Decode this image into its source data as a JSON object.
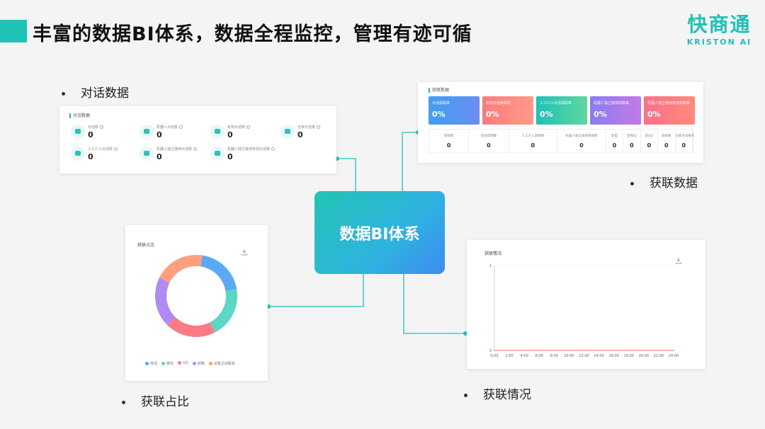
{
  "header": {
    "title": "丰富的数据BI体系，数据全程监控，管理有迹可循"
  },
  "logo": {
    "cn": "快商通",
    "en": "KRISTON AI"
  },
  "center": {
    "label": "数据BI体系"
  },
  "bullets": {
    "conversation": "对话数据",
    "acquisition": "获联数据",
    "ratio": "获联占比",
    "trend": "获联情况"
  },
  "conversation_card": {
    "label": "对话数据",
    "items": [
      {
        "label": "对话数",
        "value": "0"
      },
      {
        "label": "机器人对话数",
        "value": "0"
      },
      {
        "label": "有效对话数",
        "value": "0"
      },
      {
        "label": "无效对话数",
        "value": "0"
      },
      {
        "label": "人工介入对话数",
        "value": "0"
      },
      {
        "label": "机器人独立接待对话数",
        "value": "0"
      },
      {
        "label": "机器人独立接待有效对话数",
        "value": "0"
      }
    ]
  },
  "acquisition_card": {
    "label": "获联数据",
    "tiles": [
      {
        "label": "对话获联率",
        "value": "0%",
        "from": "#3fa0f5",
        "to": "#6c8cf0"
      },
      {
        "label": "有效对话获联率",
        "value": "0%",
        "from": "#ff7b7b",
        "to": "#ff9a8a"
      },
      {
        "label": "人工介入对话获联率",
        "value": "0%",
        "from": "#1ec3b6",
        "to": "#5fd6a0"
      },
      {
        "label": "机器人独立接待获联率",
        "value": "0%",
        "from": "#8a7cf5",
        "to": "#c47ae6"
      },
      {
        "label": "机器人独立接待有效获联率",
        "value": "0%",
        "from": "#ff6f8a",
        "to": "#ff8a7a"
      }
    ],
    "stats": [
      {
        "label": "获联数",
        "value": "0"
      },
      {
        "label": "有效获联数",
        "value": "0"
      },
      {
        "label": "人工介入获联数",
        "value": "0"
      },
      {
        "label": "机器人独立接待获联数",
        "value": "0"
      },
      {
        "label": "获电",
        "value": "0"
      },
      {
        "label": "获微信",
        "value": "0"
      },
      {
        "label": "获QQ",
        "value": "0"
      },
      {
        "label": "获邮箱",
        "value": "0"
      },
      {
        "label": "访客主动联系",
        "value": "0"
      }
    ]
  },
  "ratio_card": {
    "title": "获联占比",
    "legend": [
      {
        "name": "电话",
        "color": "#5aa9f5"
      },
      {
        "name": "微信",
        "color": "#5ad8c6"
      },
      {
        "name": "QQ",
        "color": "#ff7b84"
      },
      {
        "name": "邮箱",
        "color": "#b08af5"
      },
      {
        "name": "访客主动联系",
        "color": "#ff9f7f"
      }
    ]
  },
  "trend_card": {
    "title": "获联情况"
  },
  "chart_data": [
    {
      "type": "pie",
      "title": "获联占比",
      "categories": [
        "电话",
        "微信",
        "QQ",
        "邮箱",
        "访客主动联系"
      ],
      "values": [
        20,
        20,
        20,
        20,
        20
      ],
      "colors": [
        "#5aa9f5",
        "#5ad8c6",
        "#ff7b84",
        "#b08af5",
        "#ff9f7f"
      ],
      "legend_position": "bottom"
    },
    {
      "type": "line",
      "title": "获联情况",
      "x": [
        "0:00",
        "2:00",
        "4:00",
        "6:00",
        "8:00",
        "10:00",
        "12:00",
        "14:00",
        "16:00",
        "18:00",
        "20:00",
        "22:00",
        "24:00"
      ],
      "series": [
        {
          "values": [
            0,
            0,
            0,
            0,
            0,
            0,
            0,
            0,
            0,
            0,
            0,
            0,
            0
          ]
        }
      ],
      "yticks": [
        "0",
        "1"
      ],
      "ylim": [
        0,
        1
      ],
      "grid": true
    }
  ]
}
